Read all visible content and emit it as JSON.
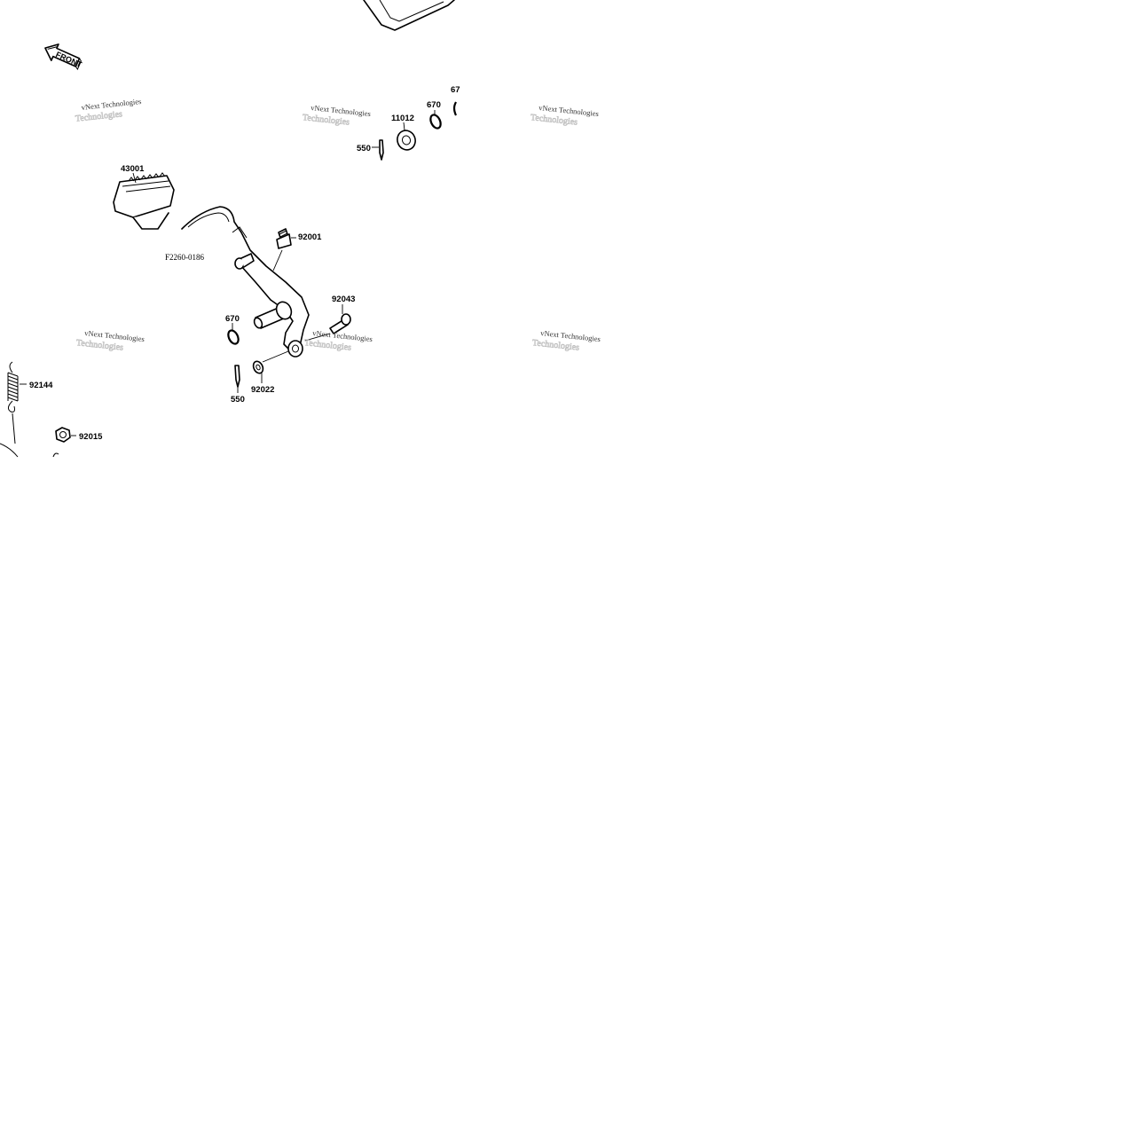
{
  "labels": {
    "p43001": "43001",
    "p11012": "11012",
    "p670_top": "670",
    "p670_right": "67",
    "p550_top": "550",
    "p92001": "92001",
    "p92043": "92043",
    "p670_mid": "670",
    "p92022": "92022",
    "p550_bottom": "550",
    "p92144": "92144",
    "p92015": "92015"
  },
  "diagram_code": "F2260-0186",
  "front_arrow": "FRONT",
  "watermark": {
    "line1": "vNext Technologies",
    "line2": "Technologies"
  },
  "colors": {
    "ink": "#000000",
    "paper": "#ffffff"
  }
}
